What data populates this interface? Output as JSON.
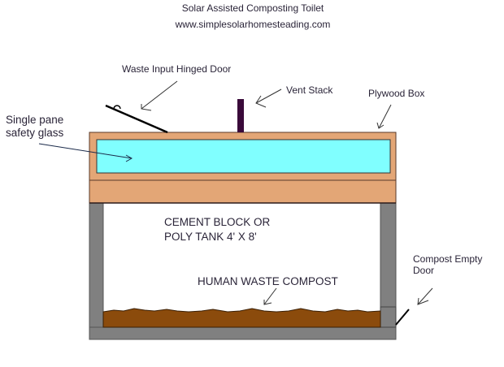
{
  "header": {
    "title": "Solar Assisted Composting Toilet",
    "website": "www.simplesolarhomesteading.com"
  },
  "labels": {
    "waste_input_door": "Waste Input Hinged Door",
    "vent_stack": "Vent Stack",
    "plywood_box": "Plywood Box",
    "glass_line1": "Single pane",
    "glass_line2": "safety glass",
    "tank_line1": "CEMENT BLOCK OR",
    "tank_line2": "POLY TANK 4' X 8'",
    "compost": "HUMAN WASTE COMPOST",
    "empty_door_line1": "Compost Empty",
    "empty_door_line2": "Door"
  },
  "colors": {
    "plywood": "#e3a676",
    "glass": "#80ffff",
    "wall": "#808080",
    "compost": "#8b4b0c",
    "vent": "#3a0a3a",
    "outline": "#2b1a1a"
  }
}
